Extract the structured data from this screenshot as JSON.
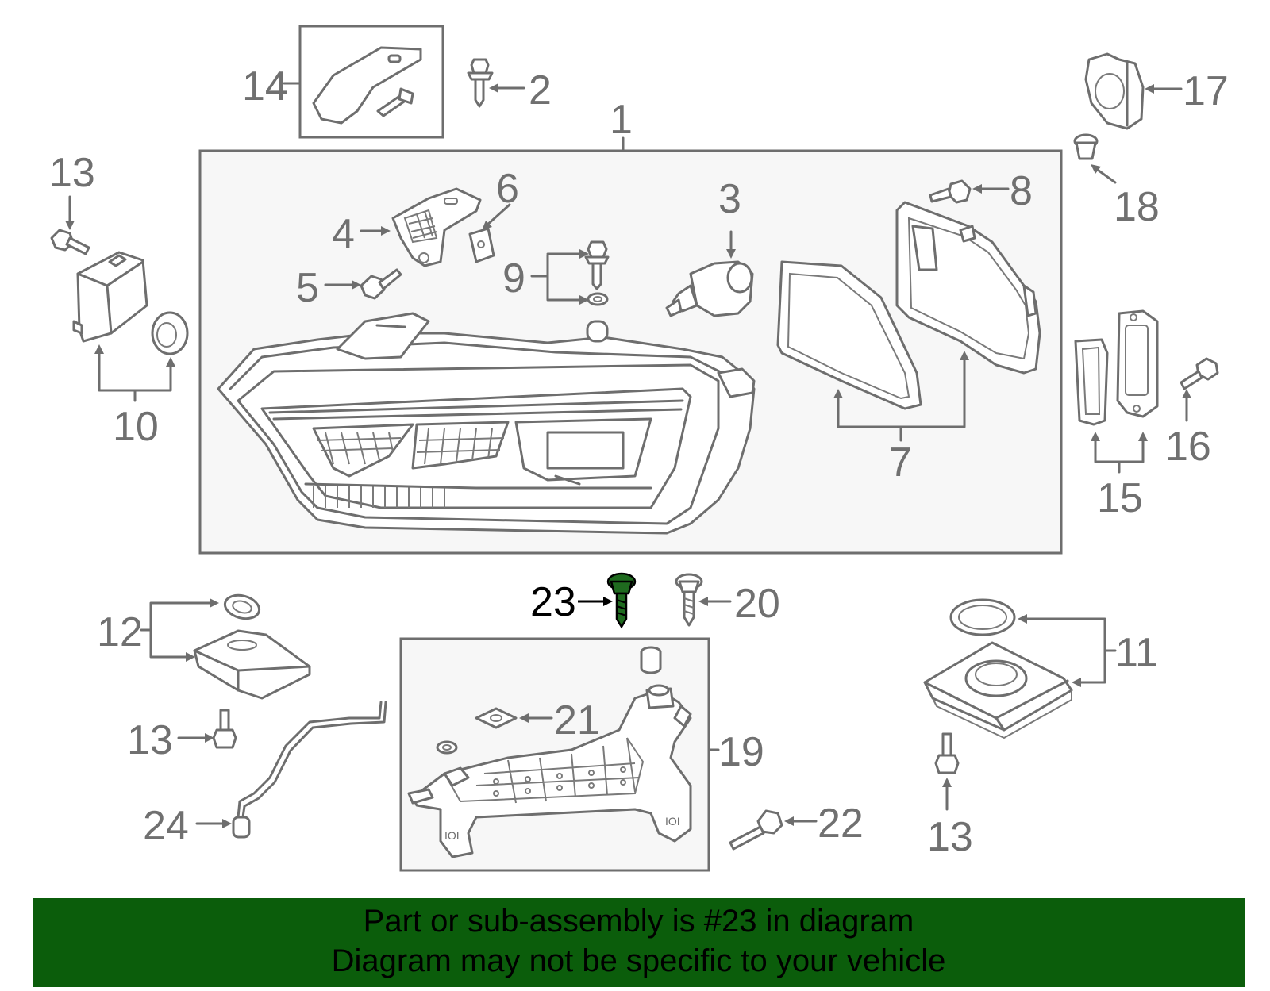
{
  "diagram": {
    "callouts": {
      "c1": "1",
      "c2": "2",
      "c3": "3",
      "c4": "4",
      "c5": "5",
      "c6": "6",
      "c7": "7",
      "c8": "8",
      "c9": "9",
      "c10": "10",
      "c11": "11",
      "c12": "12",
      "c13a": "13",
      "c13b": "13",
      "c13c": "13",
      "c14": "14",
      "c15": "15",
      "c16": "16",
      "c17": "17",
      "c18": "18",
      "c19": "19",
      "c20": "20",
      "c21": "21",
      "c22": "22",
      "c23": "23",
      "c24": "24"
    },
    "highlighted_part": "23",
    "colors": {
      "line": "#6e6e6e",
      "label": "#707070",
      "highlight": "#1f6b1f",
      "footer": "#0b5d0b"
    }
  },
  "footer": {
    "line1": "Part or sub-assembly is #23 in diagram",
    "line2": "Diagram may not be specific to your vehicle"
  }
}
